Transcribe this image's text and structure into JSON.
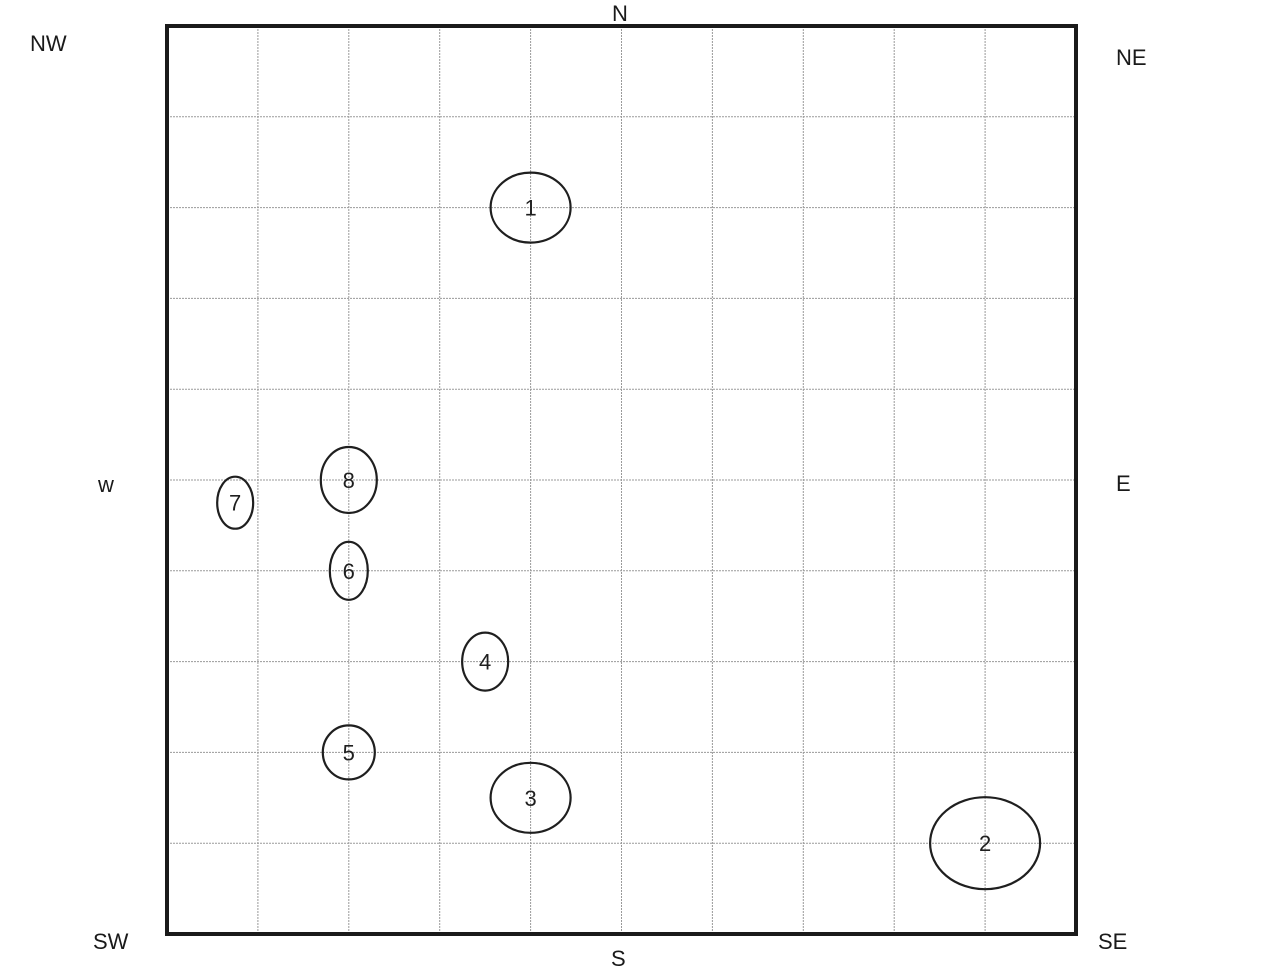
{
  "compass": {
    "n": "N",
    "nw": "NW",
    "ne": "NE",
    "w": "w",
    "e": "E",
    "sw": "SW",
    "s": "S",
    "se": "SE"
  },
  "grid": {
    "columns": 10,
    "rows": 10
  },
  "markers": [
    {
      "label": "1",
      "col": 4,
      "row": 2
    },
    {
      "label": "2",
      "col": 9,
      "row": 9
    },
    {
      "label": "3",
      "col": 4,
      "row": 8.5
    },
    {
      "label": "4",
      "col": 3.5,
      "row": 7
    },
    {
      "label": "5",
      "col": 2,
      "row": 8
    },
    {
      "label": "6",
      "col": 2,
      "row": 6
    },
    {
      "label": "7",
      "col": 0.75,
      "row": 5.25
    },
    {
      "label": "8",
      "col": 2,
      "row": 5
    }
  ]
}
